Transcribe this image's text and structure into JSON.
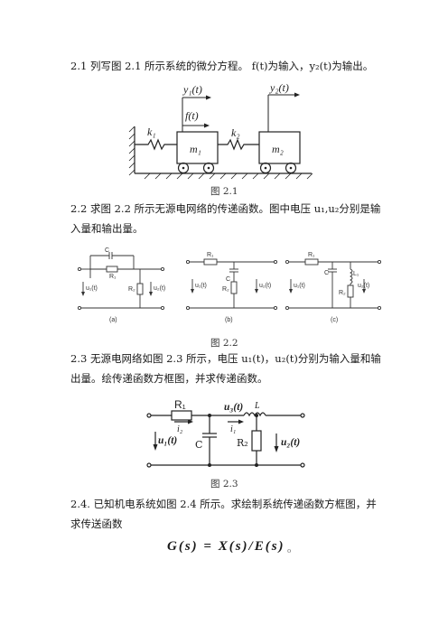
{
  "p21": "2.1  列写图 2.1 所示系统的微分方程。  f(t)为输入，y₂(t)为输出。",
  "fig21": {
    "caption": "图 2.1",
    "y1": "y₁(t)",
    "y2": "y₂(t)",
    "f": "f(t)",
    "k1": "k₁",
    "k2": "k₂",
    "m1": "m₁",
    "m2": "m₂"
  },
  "p22": "2.2 求图 2.2 所示无源电网络的传递函数。图中电压 u₁,u₂分别是输入量和输出量。",
  "fig22": {
    "caption": "图 2.2",
    "a": {
      "C": "C",
      "R1": "R₁",
      "R2": "R₂",
      "u1": "u₁(t)",
      "u2": "u₂(t)",
      "tag": "(a)"
    },
    "b": {
      "R1": "R₁",
      "C": "C",
      "R2": "R₂",
      "u1": "u₁(t)",
      "u2": "u₂(t)",
      "tag": "(b)"
    },
    "c": {
      "R1": "R₁",
      "C": "C",
      "L1": "L₁",
      "R2": "R₂",
      "u1": "u₁(t)",
      "u2": "u₂(t)",
      "tag": "(c)"
    }
  },
  "p23": "2.3  无源电网络如图 2.3 所示，电压 u₁(t)，u₂(t)分别为输入量和输出量。绘传递函数方框图，并求传递函数。",
  "fig23": {
    "caption": "图 2.3",
    "R1": "R₁",
    "u3": "u₃(t)",
    "L": "L",
    "i2": "i₂",
    "i1": "i₁",
    "u1": "u₁(t)",
    "C": "C",
    "R2": "R₂",
    "u2": "u₂(t)"
  },
  "p24": "2.4. 已知机电系统如图 2.4 所示。求绘制系统传递函数方框图，并求传送函数",
  "formula": "G(s) = X(s)/E(s)",
  "note": "o"
}
